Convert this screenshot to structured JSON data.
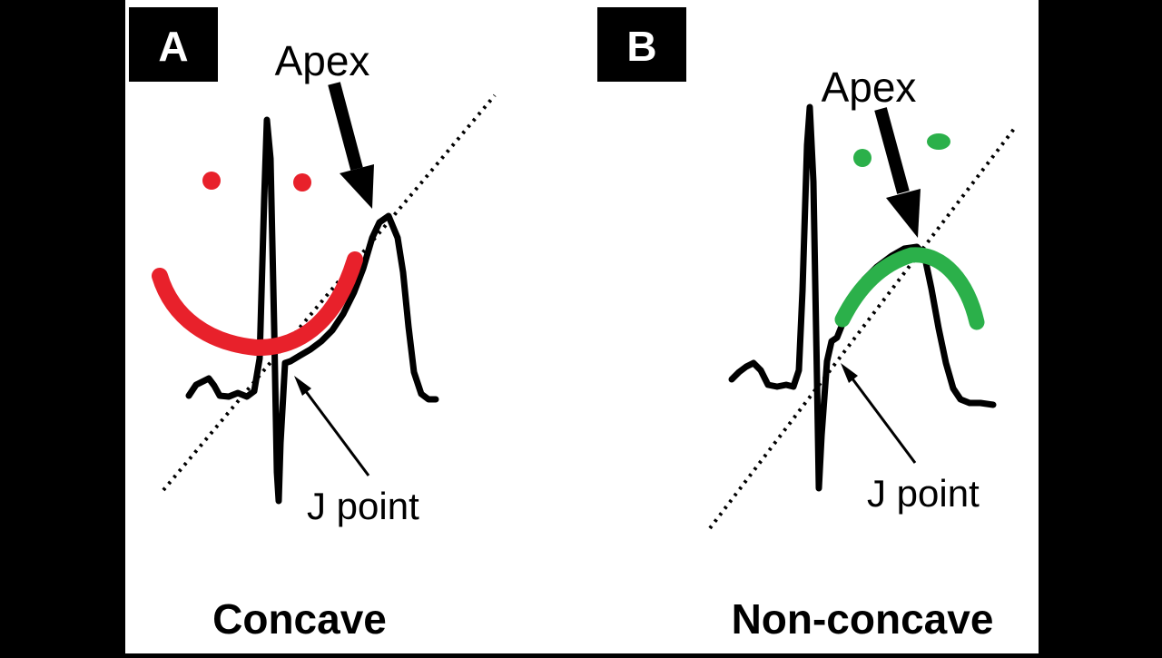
{
  "colors": {
    "letterbox": "#000000",
    "canvas": "#ffffff",
    "ink": "#000000",
    "smiley": "#e8212b",
    "frown": "#2bb04a"
  },
  "panels": [
    {
      "badge": "A",
      "apex_label": "Apex",
      "j_point_label": "J point",
      "caption": "Concave",
      "annotation": "red smiley face"
    },
    {
      "badge": "B",
      "apex_label": "Apex",
      "j_point_label": "J point",
      "caption": "Non-concave",
      "annotation": "green frowning face"
    }
  ]
}
